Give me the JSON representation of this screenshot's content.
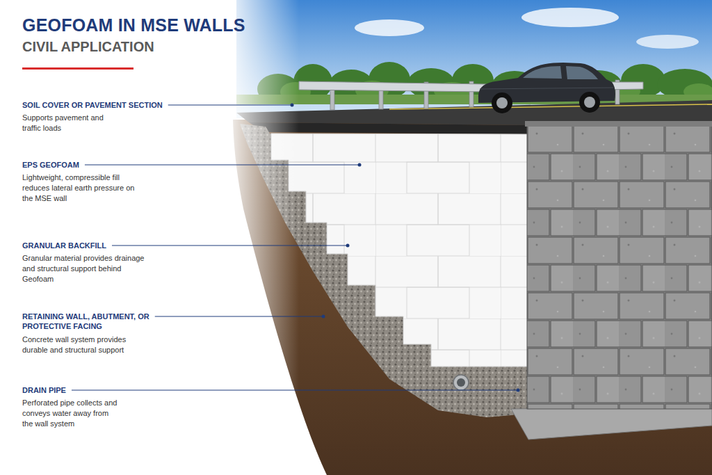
{
  "diagram": {
    "title": "GEOFOAM IN MSE WALLS",
    "labels": [
      "CIVIL APPLICATION",
      "SOIL COVER OR PAVEMENT SECTION",
      "Supports pavement and traffic loads",
      "EPS GEOFOAM",
      "Lightweight, compressible fill reduces lateral earth pressure on the MSE wall",
      "GRANULAR BACKFILL",
      "Granular material provides drainage and structural support behind Geofoam",
      "RETAINING WALL, ABUTMENT, OR PROTECTIVE FACING",
      "Concrete wall system provides durable and structural support",
      "DRAIN PIPE",
      "Perforated pipe collects and conveys water away from the wall system"
    ]
  }
}
